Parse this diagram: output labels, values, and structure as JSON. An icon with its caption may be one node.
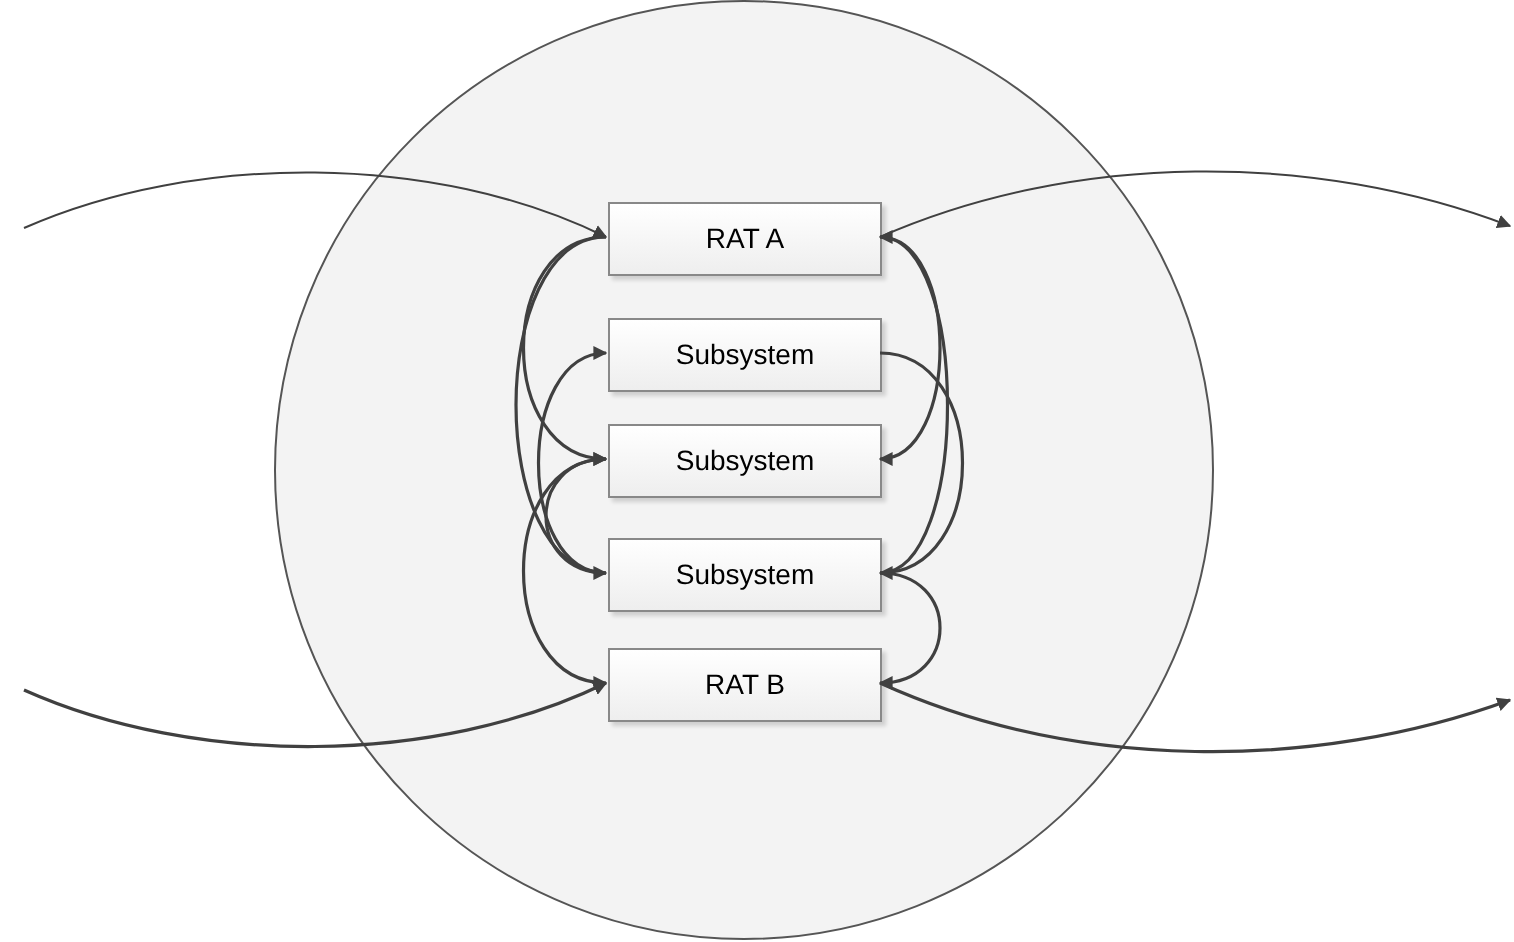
{
  "diagram": {
    "nodes": [
      {
        "text": [],
        "shape": "circle"
      },
      {
        "text": [
          "RAT A"
        ],
        "in": 0
      },
      {
        "text": [
          "Subsystem"
        ],
        "in": 0
      },
      {
        "text": [
          "Subsystem"
        ],
        "in": 0
      },
      {
        "text": [
          "Subsystem"
        ],
        "in": 0
      },
      {
        "text": [
          "RAT B"
        ],
        "in": 0
      }
    ],
    "edges": [
      {
        "from": null,
        "to": 1,
        "arrow": "to"
      },
      {
        "from": null,
        "to": 5,
        "arrow": "to"
      },
      {
        "from": 1,
        "to": null,
        "arrow": "to"
      },
      {
        "from": 5,
        "to": null,
        "arrow": "to"
      },
      {
        "from": 1,
        "to": 3,
        "arrow": "to"
      },
      {
        "from": 1,
        "to": 4,
        "arrow": "to"
      },
      {
        "from": 4,
        "to": 2,
        "arrow": "to"
      },
      {
        "from": 4,
        "to": 3,
        "arrow": "to"
      },
      {
        "from": 3,
        "to": 5,
        "arrow": "to"
      },
      {
        "from": 4,
        "to": 1,
        "arrow": "to"
      },
      {
        "from": 1,
        "to": 3,
        "arrow": "to"
      },
      {
        "from": 2,
        "to": 4,
        "arrow": "to"
      },
      {
        "from": 4,
        "to": 5,
        "arrow": "to"
      }
    ]
  }
}
